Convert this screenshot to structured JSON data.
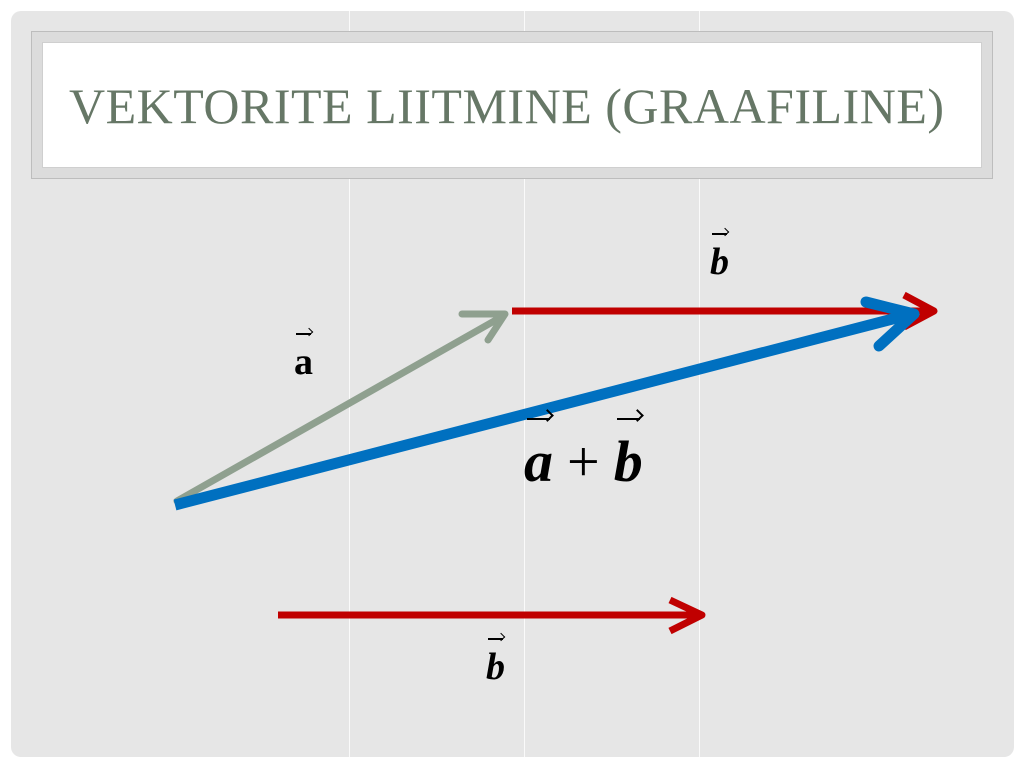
{
  "title": "VEKTORITE LIITMINE (GRAAFILINE)",
  "labels": {
    "a": "a",
    "b_top": "b",
    "sum_a": "a",
    "sum_plus": "+",
    "sum_b": "b",
    "b_bottom": "b"
  },
  "colors": {
    "vector_a": "#8fa08f",
    "vector_b": "#c00000",
    "vector_sum": "#0070c0",
    "title": "#667766"
  }
}
